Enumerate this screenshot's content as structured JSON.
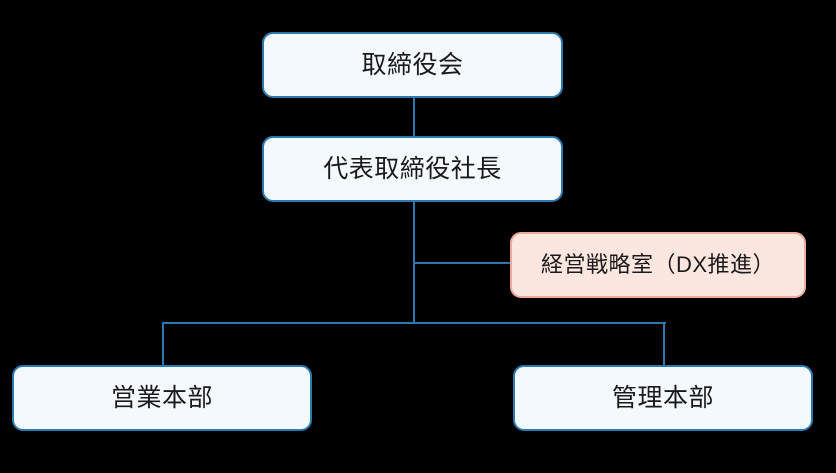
{
  "diagram": {
    "type": "organization-chart",
    "title": "",
    "background_color": "#000000",
    "palette": {
      "node_border_blue": "#2a7ab0",
      "node_fill_blue": "#f4f9fd",
      "node_border_pink": "#edab9c",
      "node_fill_pink": "#fce6e0",
      "connector": "#2a7ab0",
      "text": "#1a1a1a"
    },
    "nodes": [
      {
        "id": "board",
        "label": "取締役会",
        "level": 0,
        "style": "blue"
      },
      {
        "id": "president",
        "label": "代表取締役社長",
        "level": 1,
        "style": "blue"
      },
      {
        "id": "strategy",
        "label": "経営戦略室（DX推進）",
        "level": 2,
        "style": "pink"
      },
      {
        "id": "sales",
        "label": "営業本部",
        "level": 3,
        "style": "blue"
      },
      {
        "id": "admin",
        "label": "管理本部",
        "level": 3,
        "style": "blue"
      }
    ],
    "edges": [
      {
        "from": "board",
        "to": "president",
        "kind": "vertical"
      },
      {
        "from": "president",
        "to": "strategy",
        "kind": "staff-branch"
      },
      {
        "from": "president",
        "to": "sales",
        "kind": "elbow"
      },
      {
        "from": "president",
        "to": "admin",
        "kind": "elbow"
      }
    ]
  }
}
